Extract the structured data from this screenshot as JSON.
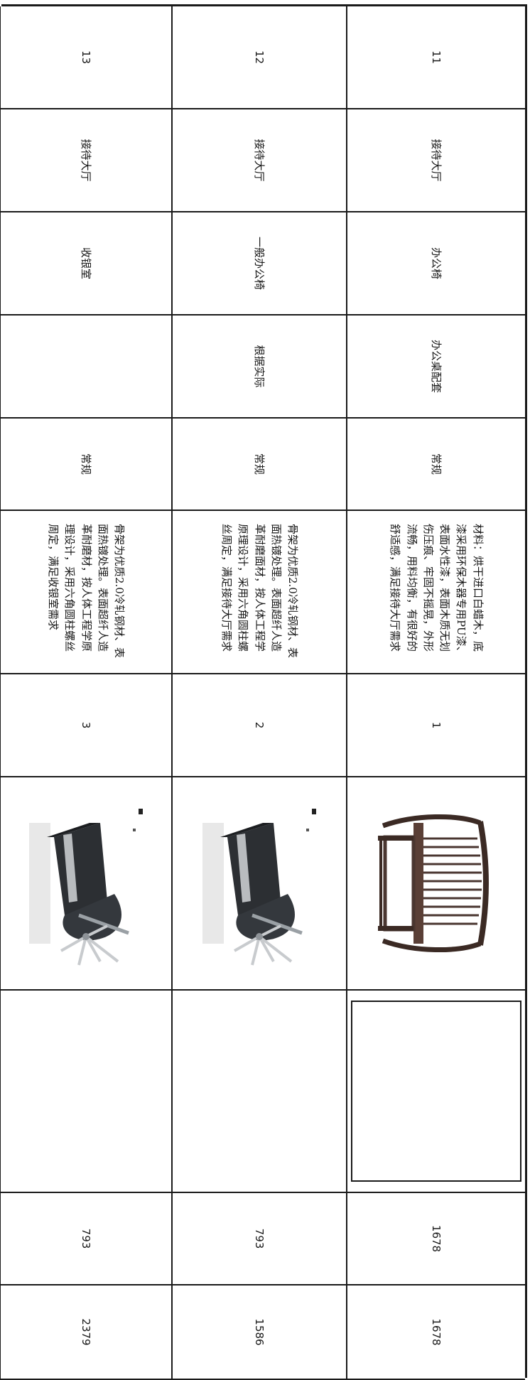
{
  "rows": [
    {
      "no": "11",
      "location": "接待大厅",
      "name": "办公椅",
      "qty_basis": "办公桌配套",
      "spec": "常规",
      "material": "材料：烘干进口白蜡木，底漆采用环保木器专用PU漆、表面水性漆，表面木质无划伤压痕、牢固不摇晃，外形流畅，用料均衡，有很好的舒适感，满足接待大厅需求",
      "index": "1",
      "image_icon": "wooden-armchair-icon",
      "unit_price": "1678",
      "total": "1678"
    },
    {
      "no": "12",
      "location": "接待大厅",
      "name": "一般办公椅",
      "qty_basis": "根据实际",
      "spec": "常规",
      "material": "骨架为优质2.0冷轧钢材、表面热镀处理。表面超纤人造革耐磨面材，按人体工程学原理设计，采用六角圆柱螺丝周定，满足接待大厅需求",
      "index": "2",
      "image_icon": "leather-office-chair-icon",
      "unit_price": "793",
      "total": "1586"
    },
    {
      "no": "13",
      "location": "接待大厅",
      "name": "收银室",
      "qty_basis": "",
      "spec": "常规",
      "material": "骨架为优质2.0冷轧钢材、表面热镀处理。表面超纤人造革耐磨材，按人体工程学原理设计，采用六角圆柱螺丝周定，满足收银室需求",
      "index": "3",
      "image_icon": "leather-office-chair-icon",
      "unit_price": "793",
      "total": "2379"
    }
  ]
}
